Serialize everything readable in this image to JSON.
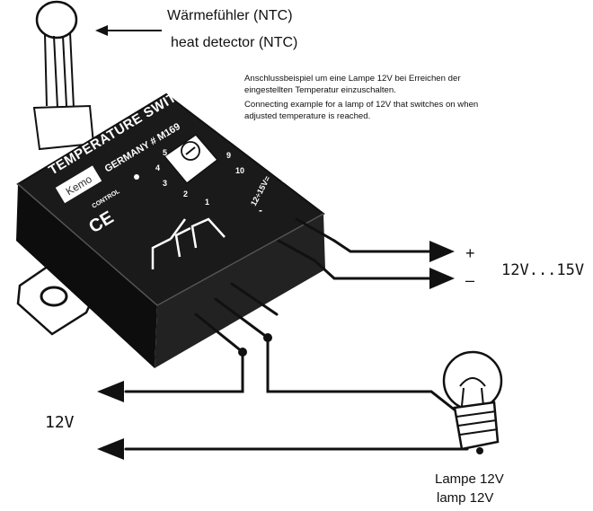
{
  "sensor": {
    "label_de": "Wärmefühler (NTC)",
    "label_en": "heat detector (NTC)"
  },
  "description": {
    "de_line1": "Anschlussbeispiel um eine Lampe 12V bei Erreichen der",
    "de_line2": "eingestellten Temperatur einzuschalten.",
    "en_line1": "Connecting example for a lamp of 12V that switches on when",
    "en_line2": "adjusted temperature is reached."
  },
  "module": {
    "title": "TEMPERATURE SWITCH",
    "origin": "GERMANY # M169",
    "brand": "Kemo",
    "control_label": "CONTROL",
    "ce_mark": "CE",
    "dial_numbers": [
      "1",
      "2",
      "3",
      "4",
      "5",
      "9",
      "10"
    ],
    "power_label": "12÷15V=",
    "minus_sign": "-",
    "plus_sign": "+"
  },
  "power_supply": {
    "plus": "+",
    "minus": "–",
    "voltage": "12V...15V"
  },
  "lamp_supply": {
    "voltage": "12V"
  },
  "lamp": {
    "label_de": "Lampe 12V",
    "label_en": "lamp 12V"
  }
}
